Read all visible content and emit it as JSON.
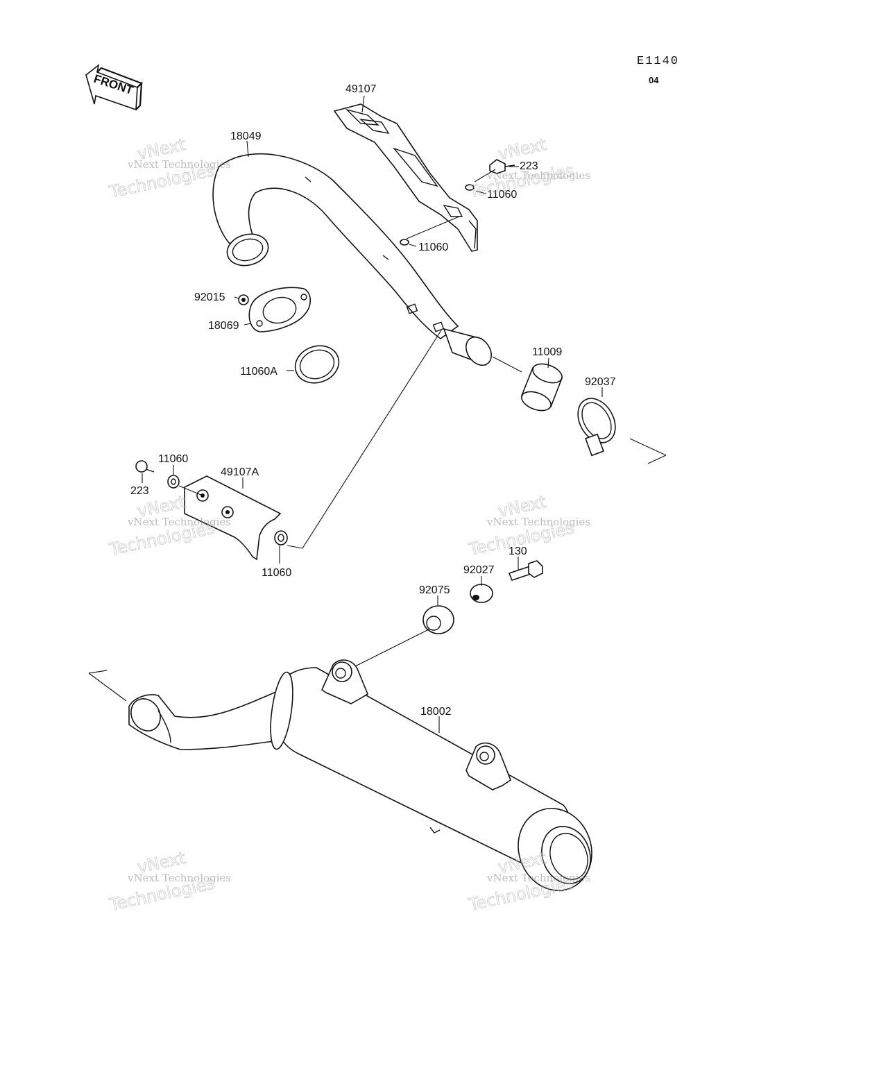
{
  "header": {
    "diagram_code": "E1140",
    "sheet_number": "04"
  },
  "front_indicator": "FRONT",
  "parts": [
    {
      "id": "p-49107",
      "label": "49107"
    },
    {
      "id": "p-18049",
      "label": "18049"
    },
    {
      "id": "p-223-top",
      "label": "223"
    },
    {
      "id": "p-11060-top",
      "label": "11060"
    },
    {
      "id": "p-11060-mid",
      "label": "11060"
    },
    {
      "id": "p-92015",
      "label": "92015"
    },
    {
      "id": "p-18069",
      "label": "18069"
    },
    {
      "id": "p-11060A",
      "label": "11060A"
    },
    {
      "id": "p-11009",
      "label": "11009"
    },
    {
      "id": "p-92037",
      "label": "92037"
    },
    {
      "id": "p-11060-left",
      "label": "11060"
    },
    {
      "id": "p-223-left",
      "label": "223"
    },
    {
      "id": "p-49107A",
      "label": "49107A"
    },
    {
      "id": "p-11060-bottom",
      "label": "11060"
    },
    {
      "id": "p-130",
      "label": "130"
    },
    {
      "id": "p-92027",
      "label": "92027"
    },
    {
      "id": "p-92075",
      "label": "92075"
    },
    {
      "id": "p-18002",
      "label": "18002"
    }
  ],
  "watermark": {
    "line1": "vNext Technologies",
    "line2": "vNext",
    "line3": "Technologies"
  }
}
